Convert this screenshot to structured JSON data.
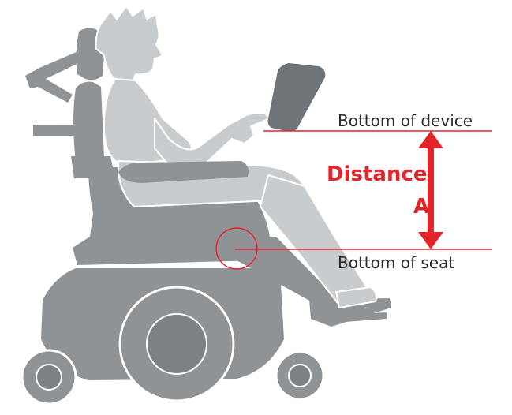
{
  "labels": {
    "bottom_of_device": "Bottom of device",
    "bottom_of_seat": "Bottom of seat",
    "distance_line1": "Distance",
    "distance_line2": "A"
  },
  "colors": {
    "accent_red": "#e3242b",
    "wheelchair_gray": "#8f9396",
    "wheelchair_dark": "#7d8184",
    "person_light": "#c9ccce",
    "device_dark": "#6f7478",
    "text": "#2b2b2b"
  },
  "icons": {
    "measure_arrow": "double-headed-vertical-arrow",
    "seat_marker": "circle-highlight"
  }
}
